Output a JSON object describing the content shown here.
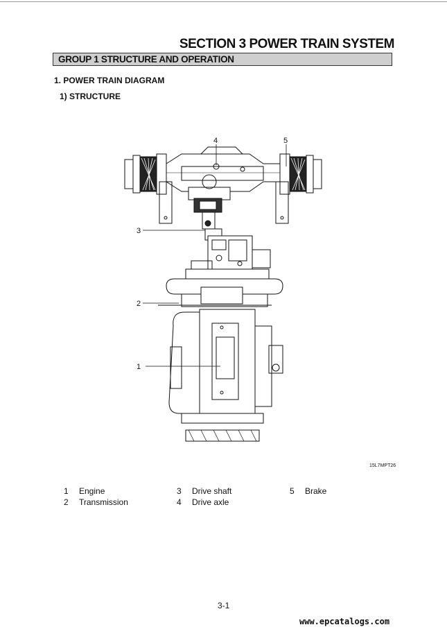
{
  "section_title": "SECTION  3  POWER TRAIN SYSTEM",
  "group_title": "GROUP  1  STRUCTURE AND OPERATION",
  "heading_1": "1. POWER TRAIN DIAGRAM",
  "heading_2": "1) STRUCTURE",
  "callouts": [
    "1",
    "2",
    "3",
    "4",
    "5"
  ],
  "figure_code": "15L7MPT26",
  "legend": [
    {
      "num": "1",
      "label": "Engine"
    },
    {
      "num": "2",
      "label": "Transmission"
    },
    {
      "num": "3",
      "label": "Drive shaft"
    },
    {
      "num": "4",
      "label": "Drive axle"
    },
    {
      "num": "5",
      "label": "Brake"
    }
  ],
  "page_number": "3-1",
  "watermark": "www.epcatalogs.com"
}
